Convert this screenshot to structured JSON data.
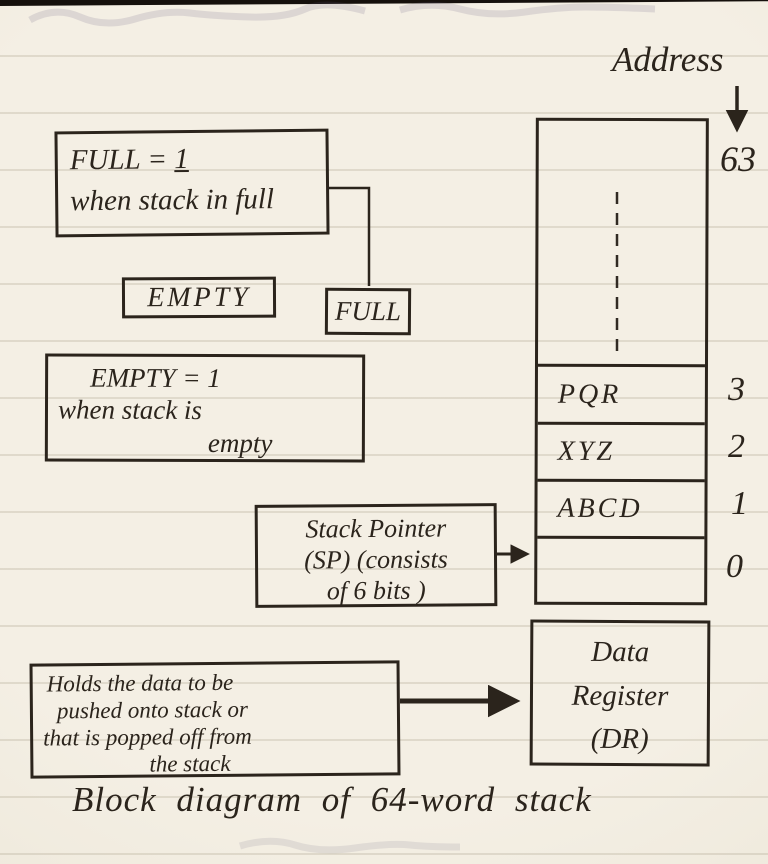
{
  "page": {
    "caption": "Block diagram of 64-word stack"
  },
  "address": {
    "label": "Address",
    "top_value": "63"
  },
  "stack": {
    "rows": [
      {
        "value": "PQR",
        "address": "3"
      },
      {
        "value": "XYZ",
        "address": "2"
      },
      {
        "value": "ABCD",
        "address": "1"
      },
      {
        "value": "",
        "address": "0"
      }
    ]
  },
  "full_note": {
    "line1_prefix": "FULL =",
    "line1_value": "1",
    "line2": "when stack in full"
  },
  "full_flag": "FULL",
  "empty_flag": "EMPTY",
  "empty_note": {
    "line1": "EMPTY = 1",
    "line2": "when stack is",
    "line3": "empty"
  },
  "stack_pointer": {
    "line1": "Stack Pointer",
    "line2": "(SP) (consists",
    "line3": "of 6 bits )"
  },
  "data_note": {
    "line1": "Holds the data to be",
    "line2": "pushed  onto stack or",
    "line3": "that is popped off from",
    "line4": "the stack"
  },
  "data_register": {
    "line1": "Data",
    "line2": "Register",
    "line3": "(DR)"
  },
  "colors": {
    "ink": "#2b241c",
    "paper": "#f4efe4"
  }
}
